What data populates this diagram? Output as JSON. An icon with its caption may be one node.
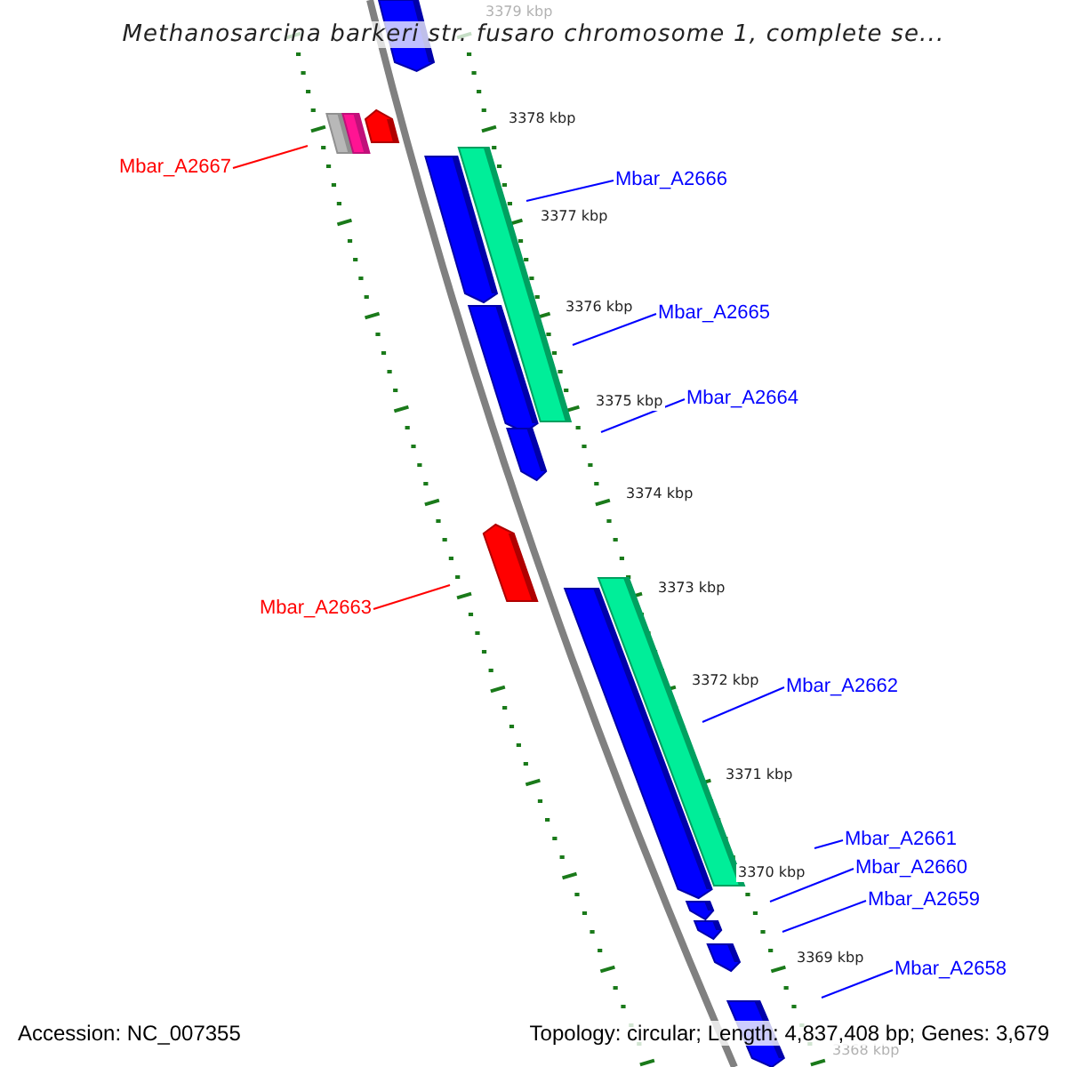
{
  "diagram": {
    "title": "Methanosarcina barkeri str. fusaro chromosome 1, complete se...",
    "nodes": [
      {
        "text": [
          "Mbar_A2667"
        ]
      },
      {
        "text": [
          "Mbar_A2666"
        ]
      },
      {
        "text": [
          "Mbar_A2665"
        ]
      },
      {
        "text": [
          "Mbar_A2664"
        ]
      },
      {
        "text": [
          "Mbar_A2663"
        ]
      },
      {
        "text": [
          "Mbar_A2662"
        ]
      },
      {
        "text": [
          "Mbar_A2661"
        ]
      },
      {
        "text": [
          "Mbar_A2660"
        ]
      },
      {
        "text": [
          "Mbar_A2659"
        ]
      },
      {
        "text": [
          "Mbar_A2658"
        ]
      }
    ],
    "edges": [
      {
        "from": 0,
        "to": null,
        "arrow": "none",
        "color": "#ff0000"
      },
      {
        "from": 1,
        "to": null,
        "arrow": "none"
      },
      {
        "from": 2,
        "to": null,
        "arrow": "none"
      },
      {
        "from": 3,
        "to": null,
        "arrow": "none"
      },
      {
        "from": 4,
        "to": null,
        "arrow": "none",
        "color": "#ff0000"
      },
      {
        "from": 5,
        "to": null,
        "arrow": "none"
      },
      {
        "from": 6,
        "to": null,
        "arrow": "none"
      },
      {
        "from": 7,
        "to": null,
        "arrow": "none"
      },
      {
        "from": 8,
        "to": null,
        "arrow": "none"
      },
      {
        "from": 9,
        "to": null,
        "arrow": "none"
      }
    ],
    "labels": [
      "3379 kbp",
      "3378 kbp",
      "3377 kbp",
      "3376 kbp",
      "3375 kbp",
      "3374 kbp",
      "3373 kbp",
      "3372 kbp",
      "3371 kbp",
      "3370 kbp",
      "3369 kbp",
      "3368 kbp",
      "Accession: NC_007355",
      "Topology: circular; Length: 4,837,408 bp; Genes: 3,679"
    ]
  }
}
